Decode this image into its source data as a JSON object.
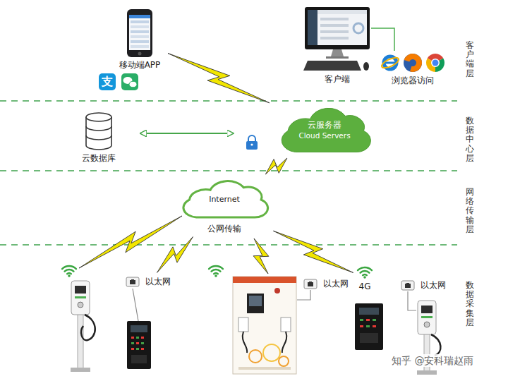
{
  "diagram": {
    "nodes": [
      {
        "text": [
          "移动端APP"
        ]
      },
      {
        "text": [
          "客户端"
        ]
      },
      {
        "text": [
          "浏览器访问"
        ]
      },
      {
        "text": [
          "云数据库"
        ]
      },
      {
        "text": [
          "云服务器",
          "Cloud Servers"
        ]
      },
      {
        "text": [
          "Internet",
          "公网传输"
        ]
      },
      {
        "text": [
          "以太网"
        ]
      },
      {
        "text": [
          "以太网"
        ]
      },
      {
        "text": [
          "4G"
        ]
      },
      {
        "text": [
          "以太网"
        ]
      }
    ],
    "edges": [
      {
        "from": 0,
        "to": 4,
        "arrow": "none"
      },
      {
        "from": 1,
        "to": 2,
        "arrow": "none"
      },
      {
        "from": 3,
        "to": 4,
        "arrow": "both"
      },
      {
        "from": 4,
        "to": 5,
        "arrow": "none"
      },
      {
        "from": 5,
        "to": 6,
        "arrow": "none"
      },
      {
        "from": 5,
        "to": 8,
        "arrow": "none"
      }
    ],
    "labels": [
      "支",
      "客户端层",
      "数据中心层",
      "网络传输层",
      "数据采集层",
      "知乎 @安科瑞赵雨"
    ]
  }
}
